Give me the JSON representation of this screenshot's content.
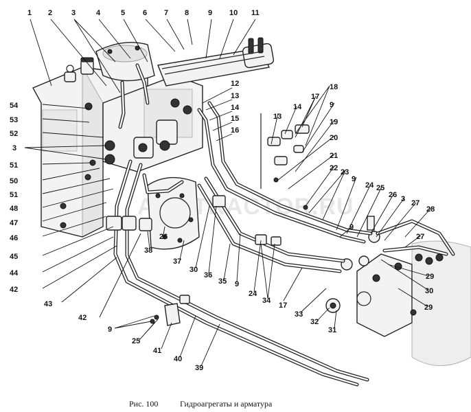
{
  "figure": {
    "caption_number": "Рис. 100",
    "caption_title": "Гидроагрегаты и арматура",
    "watermark": "ALL-TRACTOR.RU"
  },
  "callouts": [
    "1",
    "2",
    "3",
    "4",
    "5",
    "6",
    "7",
    "8",
    "9",
    "10",
    "11",
    "12",
    "13",
    "14",
    "15",
    "16",
    "17",
    "18",
    "19",
    "20",
    "21",
    "22",
    "23",
    "24",
    "25",
    "26",
    "27",
    "28",
    "29",
    "30",
    "31",
    "32",
    "33",
    "34",
    "35",
    "36",
    "37",
    "38",
    "39",
    "40",
    "41",
    "42",
    "43",
    "44",
    "45",
    "46",
    "47",
    "48",
    "50",
    "51",
    "52",
    "53",
    "54"
  ],
  "callout_positions": [
    {
      "id": "1",
      "label": "1"
    },
    {
      "id": "2",
      "label": "2"
    },
    {
      "id": "3a",
      "label": "3"
    },
    {
      "id": "4",
      "label": "4"
    },
    {
      "id": "5",
      "label": "5"
    },
    {
      "id": "6",
      "label": "6"
    },
    {
      "id": "7",
      "label": "7"
    },
    {
      "id": "8",
      "label": "8"
    },
    {
      "id": "9a",
      "label": "9"
    },
    {
      "id": "10",
      "label": "10"
    },
    {
      "id": "11",
      "label": "11"
    },
    {
      "id": "12",
      "label": "12"
    },
    {
      "id": "13a",
      "label": "13"
    },
    {
      "id": "14a",
      "label": "14"
    },
    {
      "id": "15",
      "label": "15"
    },
    {
      "id": "16",
      "label": "16"
    },
    {
      "id": "13b",
      "label": "13"
    },
    {
      "id": "14b",
      "label": "14"
    },
    {
      "id": "17a",
      "label": "17"
    },
    {
      "id": "18",
      "label": "18"
    },
    {
      "id": "9b",
      "label": "9"
    },
    {
      "id": "19",
      "label": "19"
    },
    {
      "id": "20",
      "label": "20"
    },
    {
      "id": "21",
      "label": "21"
    },
    {
      "id": "22",
      "label": "22"
    },
    {
      "id": "23",
      "label": "23"
    },
    {
      "id": "9c",
      "label": "9"
    },
    {
      "id": "24a",
      "label": "24"
    },
    {
      "id": "25a",
      "label": "25"
    },
    {
      "id": "26a",
      "label": "26"
    },
    {
      "id": "3b",
      "label": "3"
    },
    {
      "id": "27a",
      "label": "27"
    },
    {
      "id": "28",
      "label": "28"
    },
    {
      "id": "9d",
      "label": "9"
    },
    {
      "id": "27b",
      "label": "27"
    },
    {
      "id": "29a",
      "label": "29"
    },
    {
      "id": "30a",
      "label": "30"
    },
    {
      "id": "29b",
      "label": "29"
    },
    {
      "id": "54",
      "label": "54"
    },
    {
      "id": "53",
      "label": "53"
    },
    {
      "id": "52",
      "label": "52"
    },
    {
      "id": "3c",
      "label": "3"
    },
    {
      "id": "51a",
      "label": "51"
    },
    {
      "id": "50",
      "label": "50"
    },
    {
      "id": "51b",
      "label": "51"
    },
    {
      "id": "48",
      "label": "48"
    },
    {
      "id": "47",
      "label": "47"
    },
    {
      "id": "46",
      "label": "46"
    },
    {
      "id": "45",
      "label": "45"
    },
    {
      "id": "44",
      "label": "44"
    },
    {
      "id": "42a",
      "label": "42"
    },
    {
      "id": "43",
      "label": "43"
    },
    {
      "id": "42b",
      "label": "42"
    },
    {
      "id": "38",
      "label": "38"
    },
    {
      "id": "26b",
      "label": "26"
    },
    {
      "id": "37",
      "label": "37"
    },
    {
      "id": "30b",
      "label": "30"
    },
    {
      "id": "36",
      "label": "36"
    },
    {
      "id": "35",
      "label": "35"
    },
    {
      "id": "9e",
      "label": "9"
    },
    {
      "id": "24b",
      "label": "24"
    },
    {
      "id": "34",
      "label": "34"
    },
    {
      "id": "17b",
      "label": "17"
    },
    {
      "id": "33",
      "label": "33"
    },
    {
      "id": "32",
      "label": "32"
    },
    {
      "id": "31",
      "label": "31"
    },
    {
      "id": "9f",
      "label": "9"
    },
    {
      "id": "25b",
      "label": "25"
    },
    {
      "id": "41",
      "label": "41"
    },
    {
      "id": "40",
      "label": "40"
    },
    {
      "id": "39",
      "label": "39"
    }
  ]
}
